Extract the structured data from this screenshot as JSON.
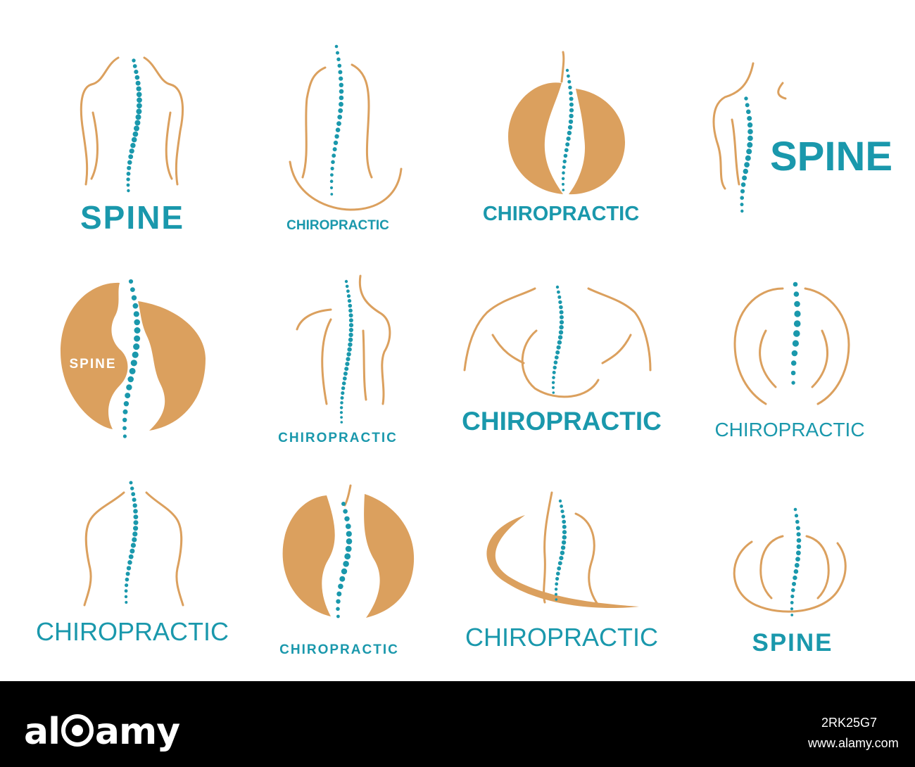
{
  "colors": {
    "accent": "#1a98ac",
    "body": "#dba05e",
    "footer": "#000000",
    "background": "#ffffff"
  },
  "logos": [
    {
      "text": "SPINE"
    },
    {
      "text": "CHIROPRACTIC"
    },
    {
      "text": "CHIROPRACTIC"
    },
    {
      "text": "SPINE"
    },
    {
      "text": "SPINE"
    },
    {
      "text": "CHIROPRACTIC"
    },
    {
      "text": "CHIROPRACTIC"
    },
    {
      "text": "CHIROPRACTIC"
    },
    {
      "text": "CHIROPRACTIC"
    },
    {
      "text": "CHIROPRACTIC"
    },
    {
      "text": "CHIROPRACTIC"
    },
    {
      "text": "SPINE"
    }
  ],
  "footer": {
    "brand_before": "al",
    "brand_after": "amy",
    "brand_mark_icon": "alamy-a-icon",
    "image_id": "2RK25G7",
    "url": "www.alamy.com"
  }
}
